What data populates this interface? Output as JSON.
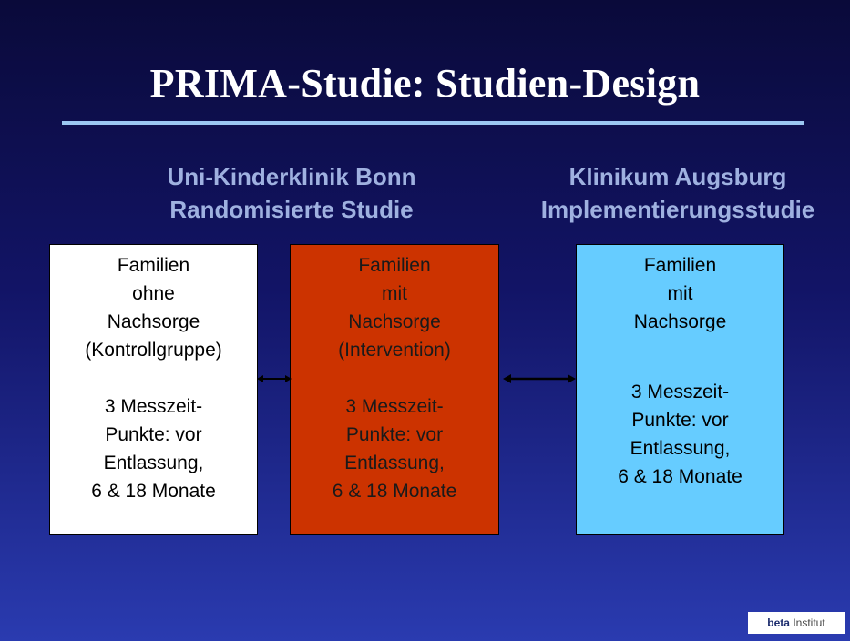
{
  "title": "PRIMA-Studie: Studien-Design",
  "left_heading": {
    "line1": "Uni-Kinderklinik Bonn",
    "line2": "Randomisierte Studie"
  },
  "right_heading": {
    "line1": "Klinikum Augsburg",
    "line2": "Implementierungsstudie"
  },
  "boxes": {
    "control": {
      "lines": [
        "Familien",
        "ohne",
        "Nachsorge",
        "(Kontrollgruppe)"
      ],
      "measure": [
        "3 Messzeit-",
        "Punkte: vor",
        "Entlassung,",
        "6 & 18 Monate"
      ],
      "color": "#ffffff"
    },
    "intervention": {
      "lines": [
        "Familien",
        "mit",
        "Nachsorge",
        "(Intervention)"
      ],
      "measure": [
        "3 Messzeit-",
        "Punkte: vor",
        "Entlassung,",
        "6 & 18 Monate"
      ],
      "color": "#cc3300"
    },
    "augsburg": {
      "lines": [
        "Familien",
        "mit",
        "Nachsorge"
      ],
      "measure": [
        "3 Messzeit-",
        "Punkte: vor",
        "Entlassung,",
        "6 & 18 Monate"
      ],
      "color": "#66ccff"
    }
  },
  "logo": {
    "brand": "beta",
    "suffix": "Institut"
  }
}
